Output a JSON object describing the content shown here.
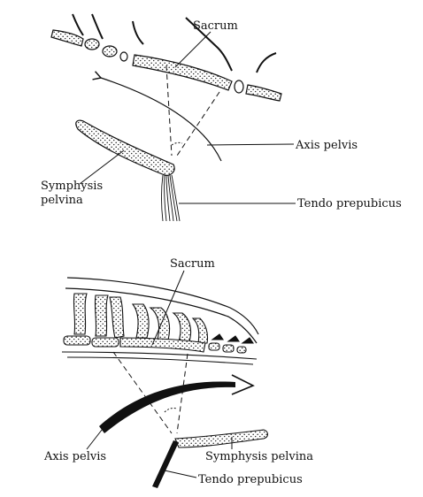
{
  "figures": [
    {
      "labels": {
        "sacrum": "Sacrum",
        "axis_pelvis": "Axis pelvis",
        "symphysis_line1": "Symphysis",
        "symphysis_line2": "pelvina",
        "tendo": "Tendo prepubicus"
      }
    },
    {
      "labels": {
        "sacrum": "Sacrum",
        "axis_pelvis": "Axis pelvis",
        "symphysis": "Symphysis pelvina",
        "tendo": "Tendo prepubicus"
      }
    }
  ],
  "colors": {
    "ink": "#111111",
    "background": "#ffffff"
  }
}
